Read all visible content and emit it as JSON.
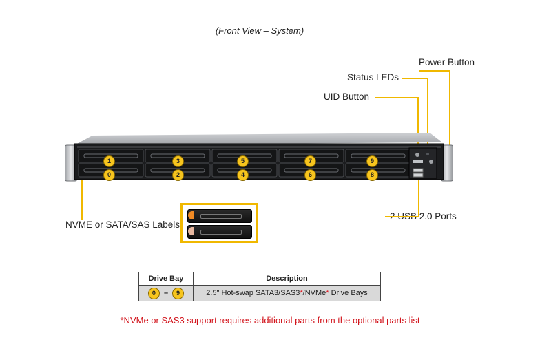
{
  "caption": "(Front View – System)",
  "callouts": {
    "power_button": "Power Button",
    "status_leds": "Status LEDs",
    "uid_button": "UID Button",
    "usb_ports": "2 USB 2.0 Ports",
    "drive_labels": "NVME or SATA/SAS Labels"
  },
  "bays": {
    "top_row": [
      "1",
      "3",
      "5",
      "7",
      "9"
    ],
    "bottom_row": [
      "0",
      "2",
      "4",
      "6",
      "8"
    ]
  },
  "table": {
    "headers": [
      "Drive Bay",
      "Description"
    ],
    "row": {
      "bay_from": "0",
      "dash": "–",
      "bay_to": "9",
      "desc_a": "2.5\" Hot-swap SATA3/SAS3",
      "star_1": "*",
      "desc_b": "/NVMe",
      "star_2": "*",
      "desc_c": " Drive Bays"
    }
  },
  "footnote": "*NVMe or SAS3 support requires additional parts from the optional parts list",
  "colors": {
    "callout_line": "#f0b800",
    "bay_badge": "#f7c51e",
    "note_red": "#e0141e",
    "nvme_pull": "#f08a24",
    "sas_pull": "#e8b8a0"
  }
}
